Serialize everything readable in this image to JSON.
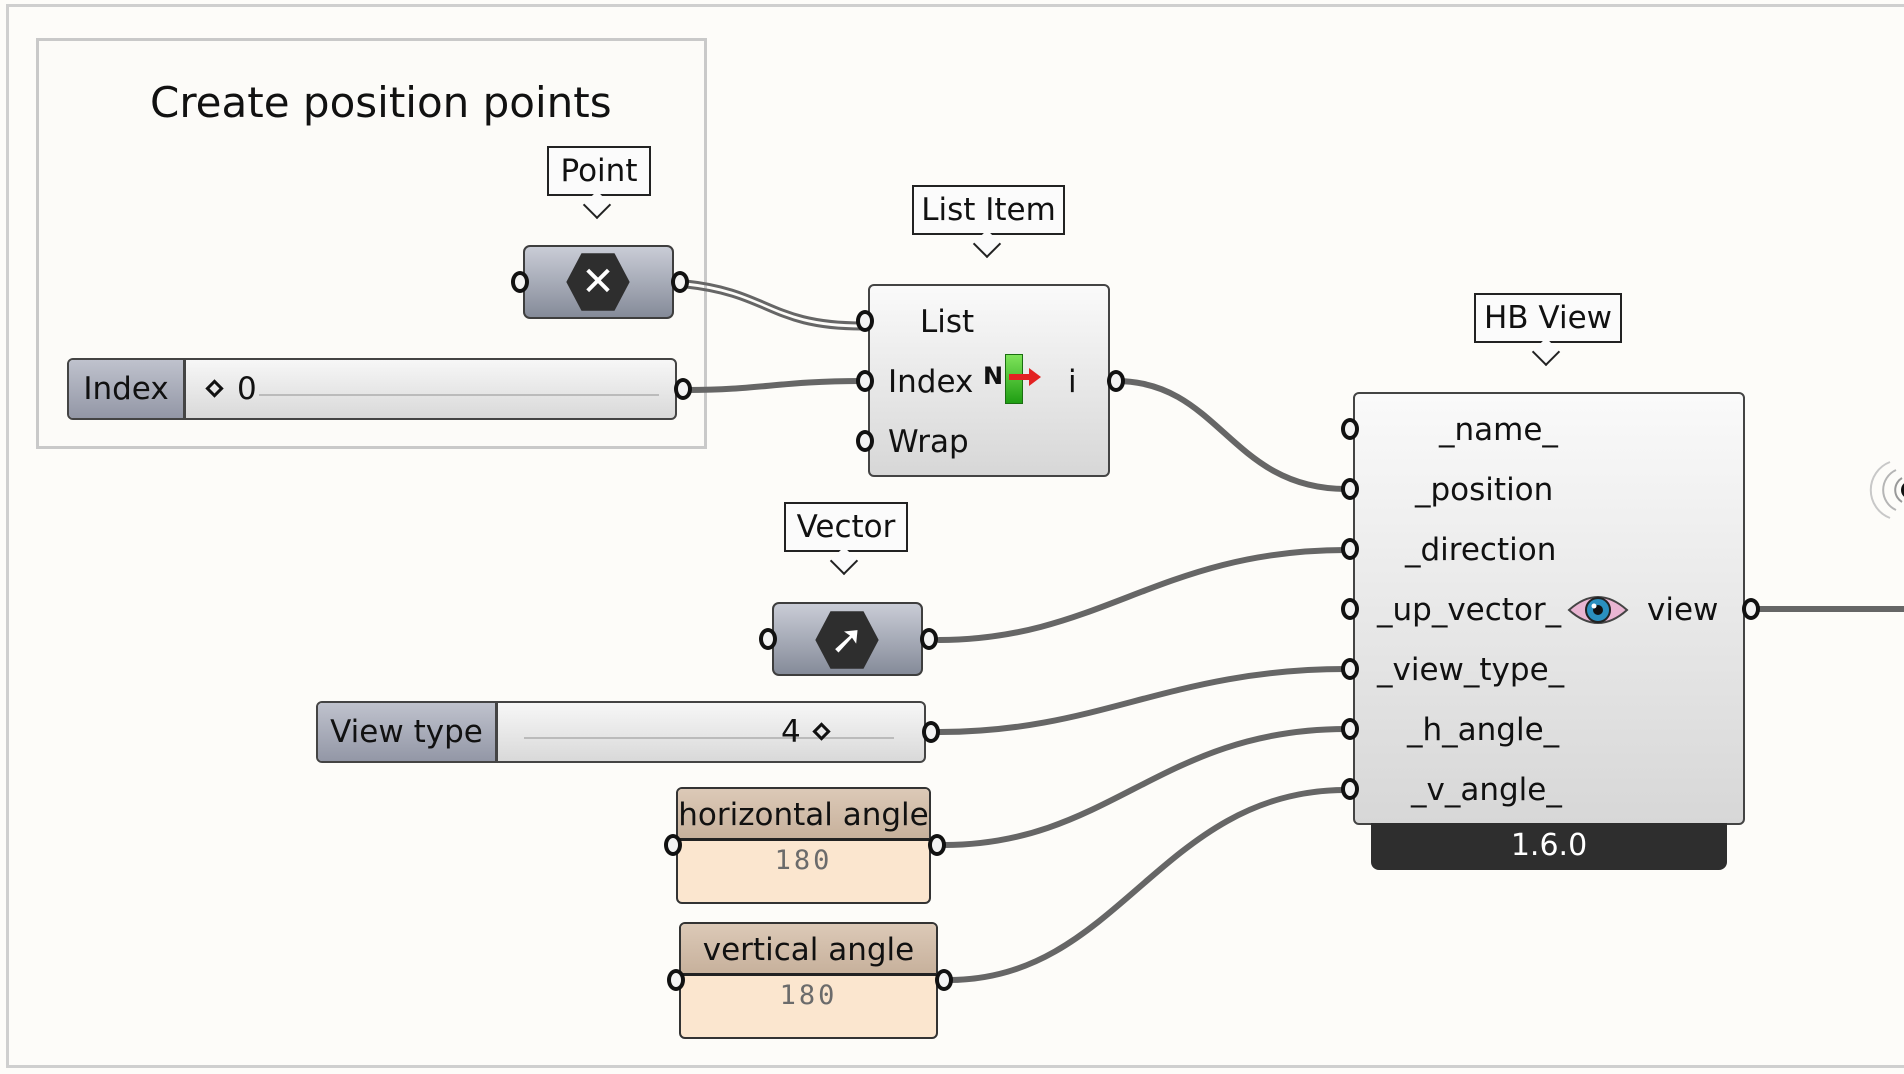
{
  "group": {
    "title": "Create position points"
  },
  "callouts": {
    "point": "Point",
    "list_item": "List Item",
    "hb_view": "HB View",
    "vector": "Vector"
  },
  "index_slider": {
    "label": "Index",
    "value": "0"
  },
  "list_item": {
    "inputs": [
      "List",
      "Index",
      "Wrap"
    ],
    "output": "i",
    "icon_letter": "N"
  },
  "view_type_slider": {
    "label": "View type",
    "value": "4"
  },
  "panels": {
    "horizontal": {
      "title": "horizontal angle",
      "value": "180"
    },
    "vertical": {
      "title": "vertical angle",
      "value": "180"
    }
  },
  "hb_view": {
    "inputs": [
      "_name_",
      "_position",
      "_direction",
      "_up_vector_",
      "_view_type_",
      "_h_angle_",
      "_v_angle_"
    ],
    "output": "view",
    "version": "1.6.0"
  },
  "icons": {
    "point_param": "x-hexagon-icon",
    "vector_param": "arrow-hexagon-icon",
    "list_item": "list-item-icon",
    "hb_view": "eye-icon"
  },
  "colors": {
    "canvas": "#fdfcf9",
    "wire": "#666666",
    "panel_body": "#fbe6cf",
    "panel_head": "#c9b4a0",
    "version_bar": "#2e2e2e"
  }
}
